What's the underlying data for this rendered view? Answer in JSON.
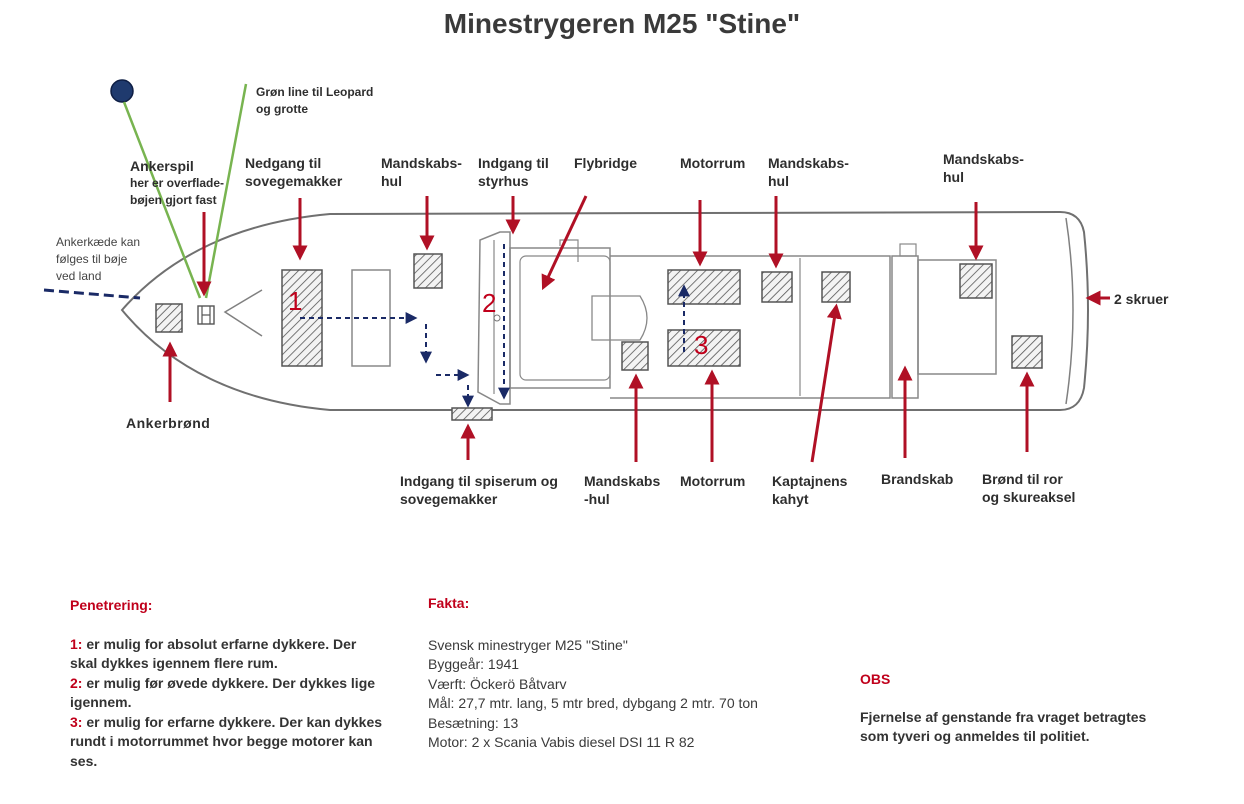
{
  "title": "Minestrygeren M25 \"Stine\"",
  "labels": {
    "ankerkaede": [
      "Ankerkæde kan",
      "følges til bøje",
      "ved land"
    ],
    "groen_line": [
      "Grøn line til Leopard",
      "og grotte"
    ],
    "ankerspil_title": "Ankerspil",
    "ankerspil_sub": [
      "her er overflade-",
      "bøjen gjort fast"
    ],
    "nedgang": [
      "Nedgang til",
      "sovegemakker"
    ],
    "mandskabshul_1": [
      "Mandskabs-",
      "hul"
    ],
    "indgang_styrhus": [
      "Indgang til",
      "styrhus"
    ],
    "flybridge": "Flybridge",
    "motorrum_top": "Motorrum",
    "mandskabshul_2": [
      "Mandskabs-",
      "hul"
    ],
    "mandskabshul_3": [
      "Mandskabs-",
      "hul"
    ],
    "skruer": "2 skruer",
    "ankerbroend": "Ankerbrønd",
    "indgang_spiserum": [
      "Indgang til spiserum og",
      "sovegemakker"
    ],
    "mandskabshul_bottom": [
      "Mandskabs",
      "-hul"
    ],
    "motorrum_bottom": "Motorrum",
    "kaptajnens": [
      "Kaptajnens",
      "kahyt"
    ],
    "brandskab": "Brandskab",
    "broend_ror": [
      "Brønd til ror",
      "og skureaksel"
    ]
  },
  "route_numbers": [
    "1",
    "2",
    "3"
  ],
  "penetrering": {
    "heading": "Penetrering:",
    "items": [
      {
        "num": "1:",
        "text": [
          "er mulig for absolut erfarne dykkere. Der",
          "skal dykkes igennem flere rum."
        ]
      },
      {
        "num": "2:",
        "text": [
          "er mulig før øvede dykkere. Der dykkes lige",
          "igennem."
        ]
      },
      {
        "num": "3:",
        "text": [
          "er mulig for erfarne dykkere. Der kan dykkes",
          "rundt i motorrummet hvor begge motorer kan",
          "ses."
        ]
      }
    ]
  },
  "fakta": {
    "heading": "Fakta:",
    "lines": [
      "Svensk minestryger M25 \"Stine\"",
      "Byggeår: 1941",
      "Værft: Öckerö Båtvarv",
      "Mål: 27,7 mtr. lang, 5 mtr bred, dybgang 2 mtr. 70 ton",
      "Besætning: 13",
      "Motor: 2 x Scania Vabis diesel DSI 11 R 82"
    ]
  },
  "obs": {
    "heading": "OBS",
    "lines": [
      "Fjernelse af genstande fra vraget betragtes",
      "som tyveri og anmeldes til politiet."
    ]
  },
  "colors": {
    "red_arrow": "#b01025",
    "green_line": "#78b450",
    "navy": "#1a2a66",
    "buoy": "#1f3a6e",
    "heading_red": "#c0001b"
  }
}
